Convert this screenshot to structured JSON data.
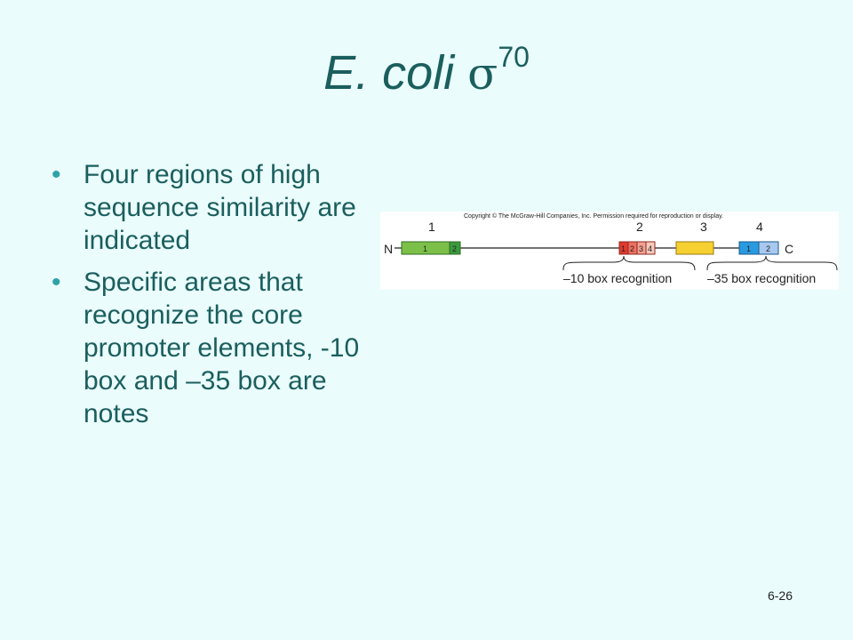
{
  "title": {
    "italic_text": "E. coli",
    "sigma": "σ",
    "superscript": "70"
  },
  "bullets": [
    "Four regions of high sequence similarity are indicated",
    "Specific areas that recognize the core promoter elements, -10 box and –35 box are notes"
  ],
  "figure": {
    "copyright": "Copyright © The McGraw-Hill Companies, Inc. Permission required for reproduction or display.",
    "n_label": "N",
    "c_label": "C",
    "region_numbers": [
      "1",
      "2",
      "3",
      "4"
    ],
    "region1_subs": [
      "1",
      "2"
    ],
    "region2_subs": [
      "1",
      "2",
      "3",
      "4"
    ],
    "region4_subs": [
      "1",
      "2"
    ],
    "brace_labels": [
      "–10 box recognition",
      "–35 box recognition"
    ]
  },
  "slide_number": "6-26"
}
